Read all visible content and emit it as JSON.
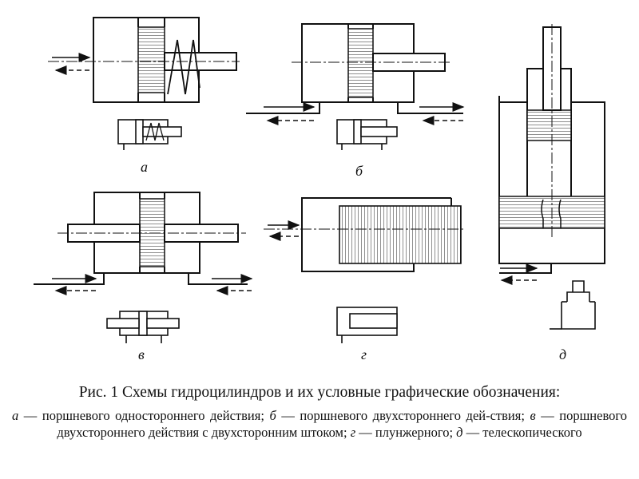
{
  "diagrams": [
    {
      "id": "a",
      "label": "а"
    },
    {
      "id": "b",
      "label": "б"
    },
    {
      "id": "v",
      "label": "в"
    },
    {
      "id": "g",
      "label": "г"
    },
    {
      "id": "d",
      "label": "д"
    }
  ],
  "caption": {
    "title": "Рис. 1  Схемы гидроцилиндров и их условные графические обозначения:",
    "items": [
      {
        "key": "а",
        "text": " — поршневого одностороннего действия; "
      },
      {
        "key": "б",
        "text": " — поршневого двухстороннего дей-ствия; "
      },
      {
        "key": "в",
        "text": " — поршневого двухстороннего действия с двухсторонним штоком; "
      },
      {
        "key": "г",
        "text": " — плунжерного; "
      },
      {
        "key": "д",
        "text": " — телескопического"
      }
    ]
  }
}
